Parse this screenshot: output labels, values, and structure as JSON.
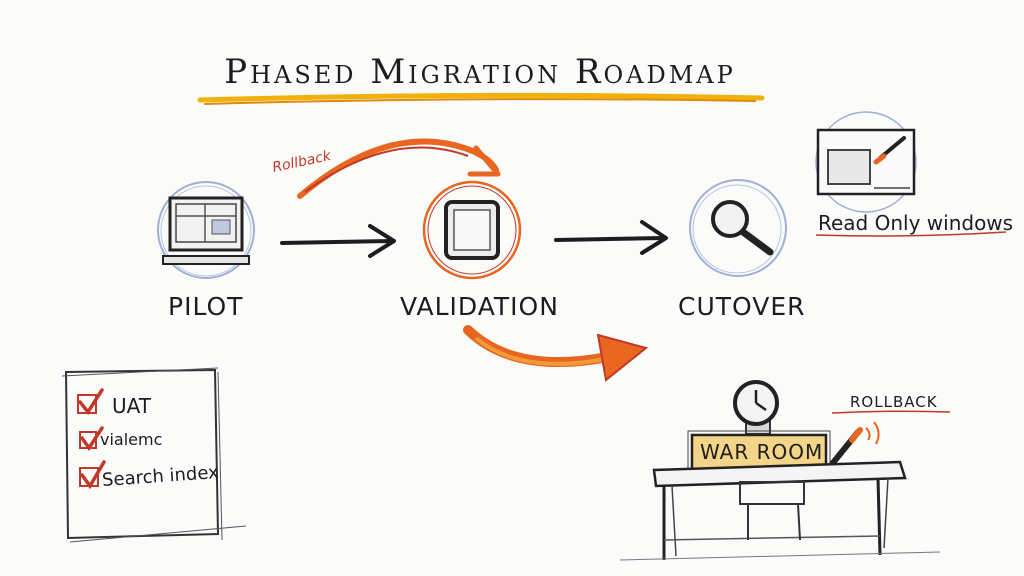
{
  "title": "Phased Migration Roadmap",
  "stages": [
    {
      "label": "PILOT",
      "icon": "monitor-icon"
    },
    {
      "label": "VALIDATION",
      "icon": "tablet-icon"
    },
    {
      "label": "CUTOVER",
      "icon": "magnifier-icon"
    }
  ],
  "top_arrow_label": "Rollback",
  "read_only_label": "Read Only windows",
  "checklist": {
    "items": [
      "UAT",
      "vialemc",
      "Search index"
    ]
  },
  "war_room": {
    "sign": "WAR ROOM",
    "rollback_label": "ROLLBACK"
  },
  "colors": {
    "ink": "#1d1d1d",
    "accent": "#e8661f",
    "accent_red": "#c0392b",
    "underline": "#f2b10a",
    "circle_blue": "#9fb0d6",
    "sign_fill": "#f3d58a"
  }
}
